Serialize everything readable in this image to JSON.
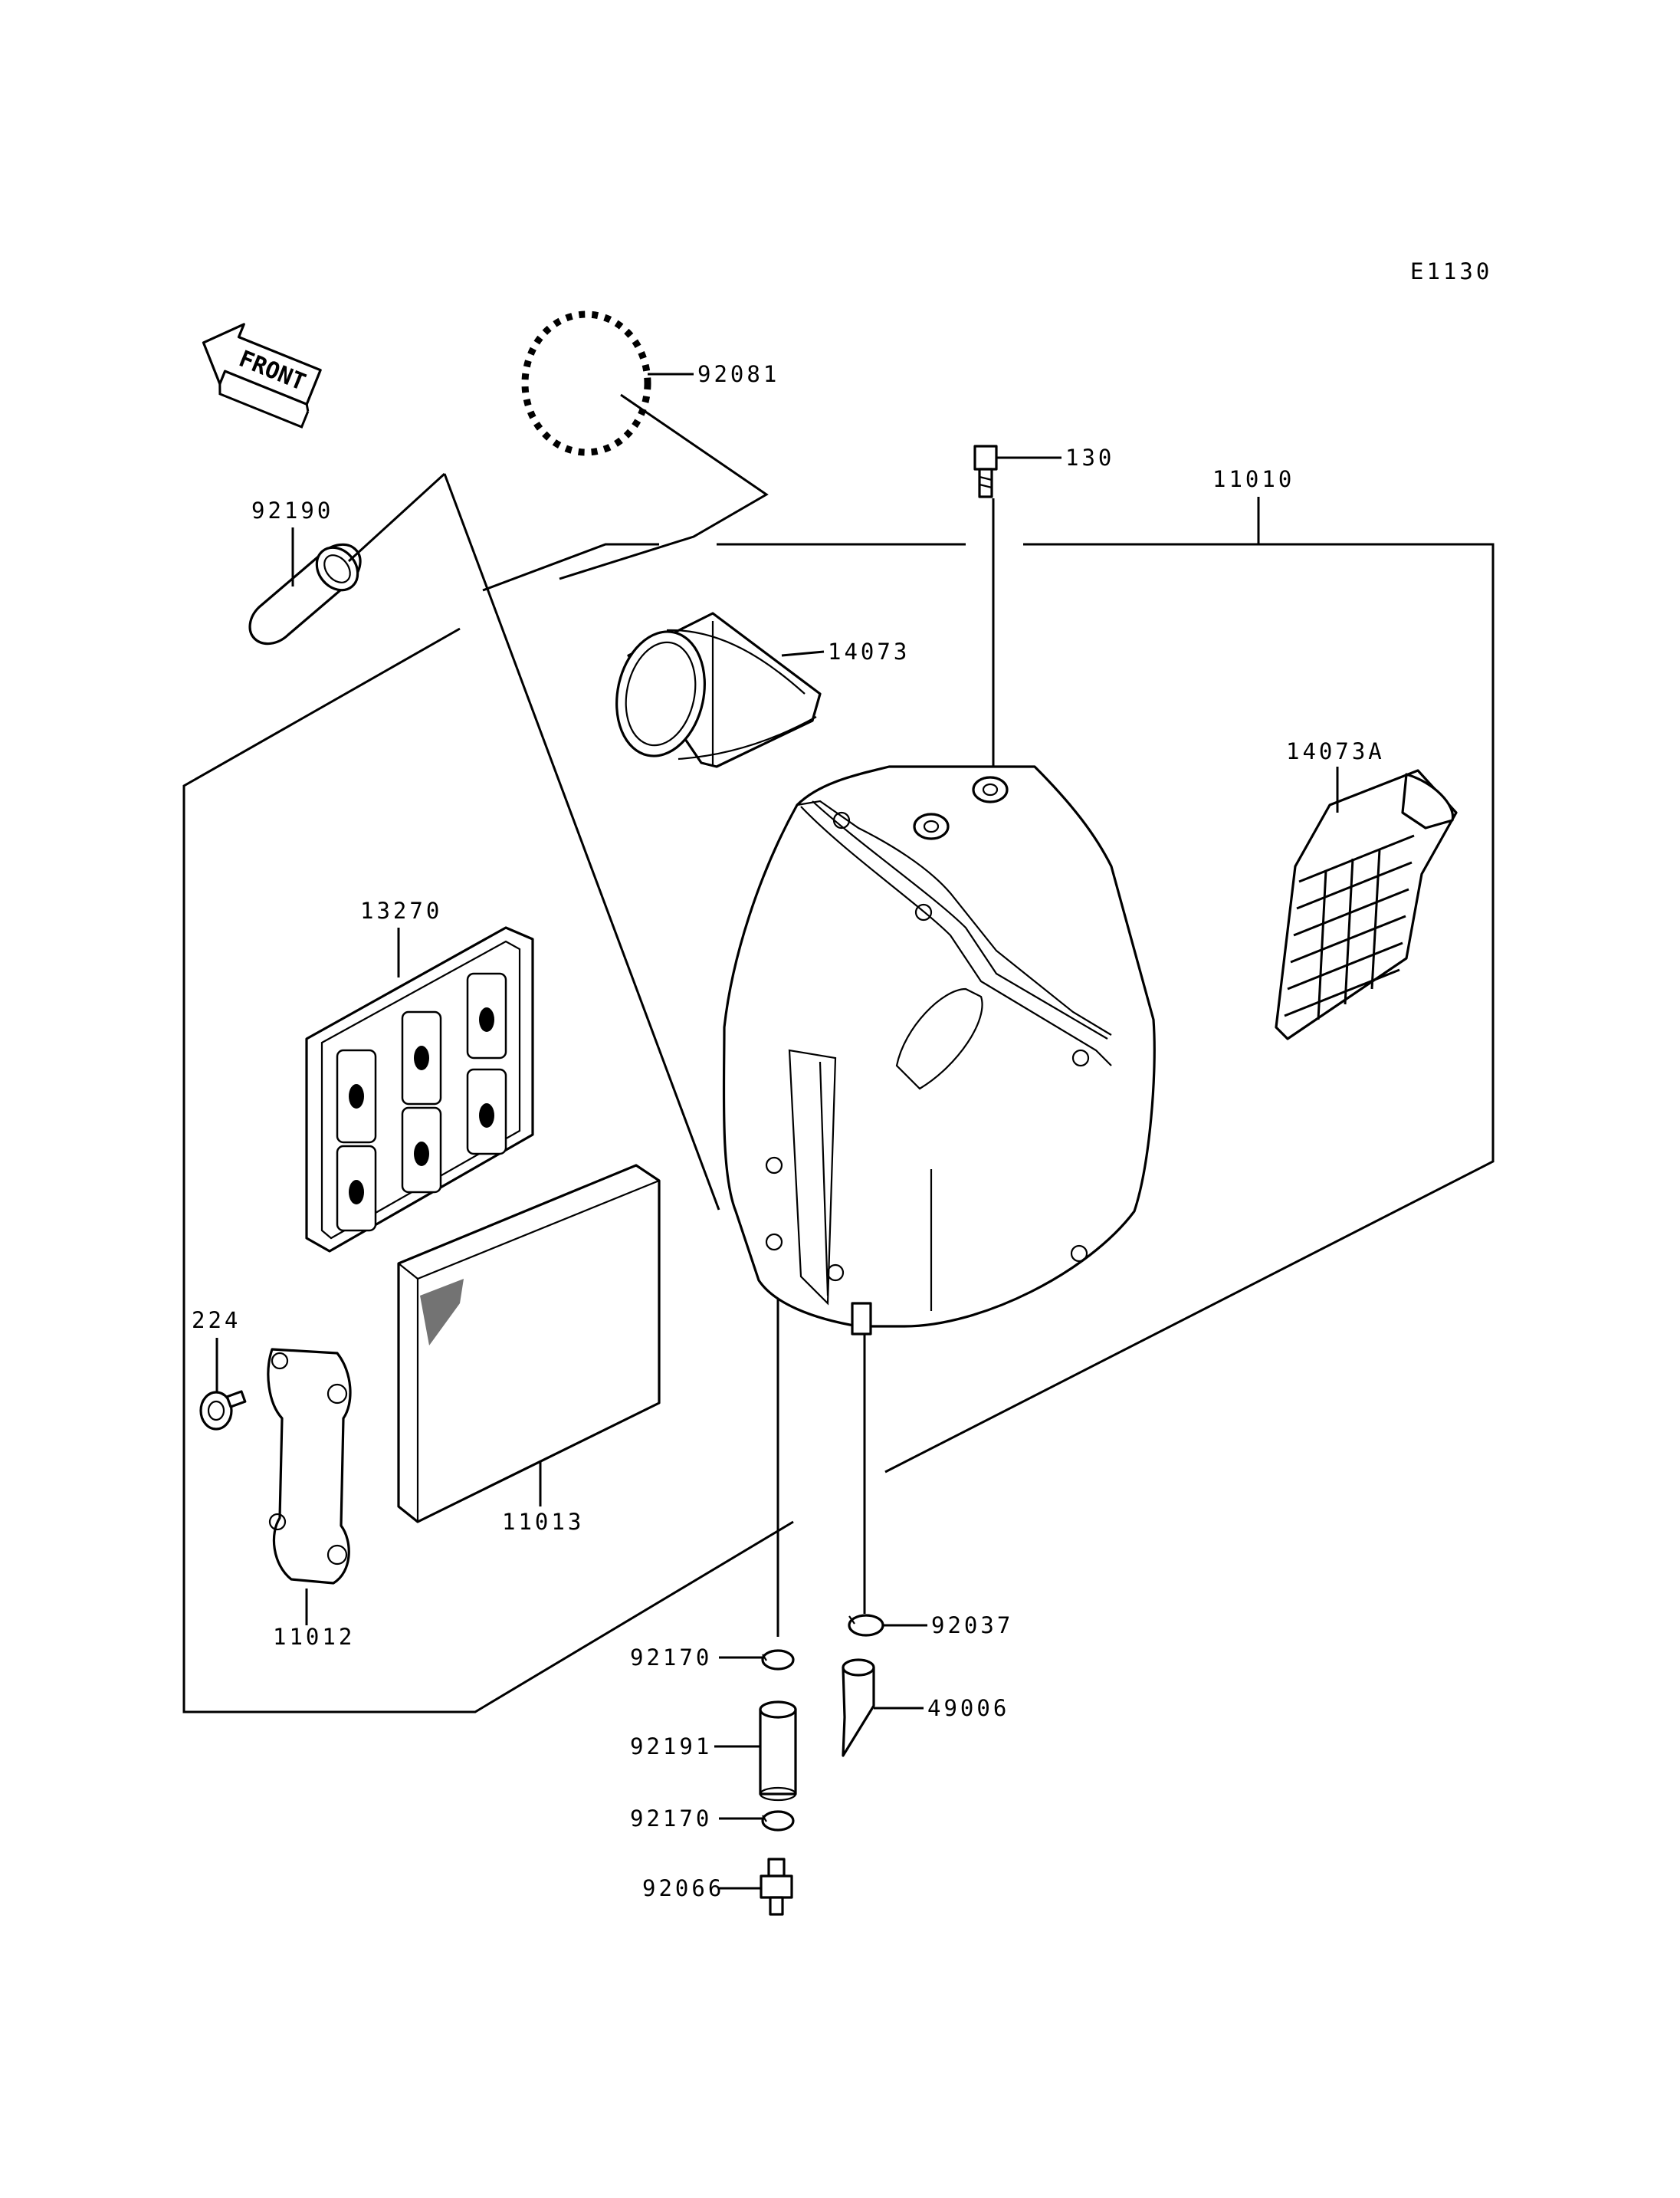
{
  "diagram_code": "E1130",
  "front_label": "FRONT",
  "labels": {
    "p92081": "92081",
    "p130": "130",
    "p11010": "11010",
    "p92190": "92190",
    "p14073": "14073",
    "p14073A": "14073A",
    "p13270": "13270",
    "p224": "224",
    "p11013": "11013",
    "p11012": "11012",
    "p92037": "92037",
    "p92170a": "92170",
    "p49006": "49006",
    "p92191": "92191",
    "p92170b": "92170",
    "p92066": "92066"
  }
}
